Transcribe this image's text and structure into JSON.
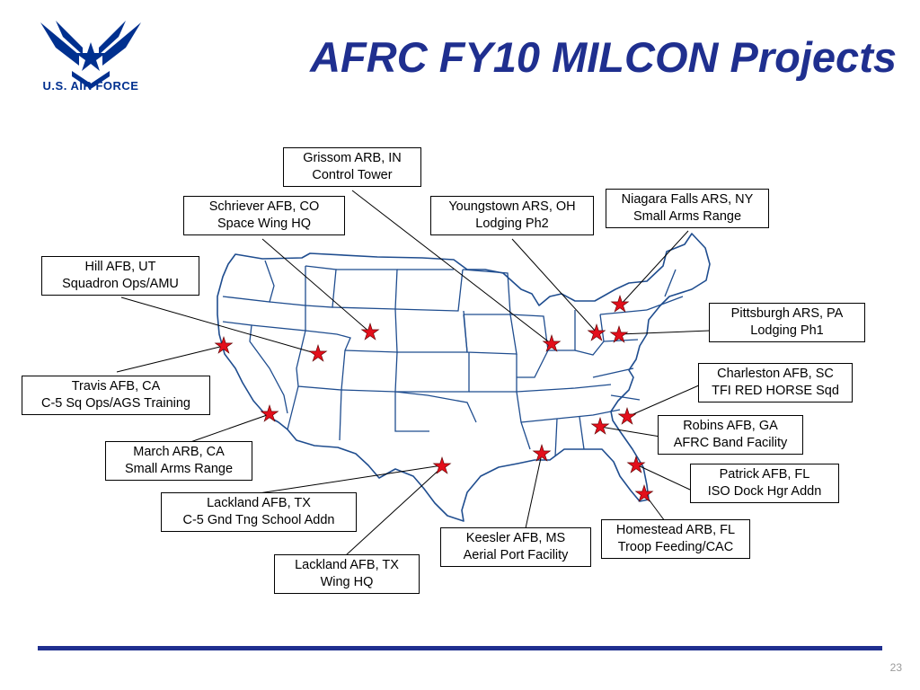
{
  "brand": {
    "logo_text": "U.S. AIR FORCE",
    "color": "#1f2f8f"
  },
  "title": "AFRC FY10 MILCON Projects",
  "page_number": "23",
  "colors": {
    "star": "#e30f1b",
    "map_line": "#1f4d8f",
    "accent": "#1f2f8f"
  },
  "projects": [
    {
      "base": "Grissom ARB, IN",
      "project": "Control Tower"
    },
    {
      "base": "Schriever AFB, CO",
      "project": "Space Wing HQ"
    },
    {
      "base": "Youngstown ARS, OH",
      "project": "Lodging Ph2"
    },
    {
      "base": "Niagara Falls ARS, NY",
      "project": "Small Arms Range"
    },
    {
      "base": "Hill AFB, UT",
      "project": "Squadron Ops/AMU"
    },
    {
      "base": "Pittsburgh ARS, PA",
      "project": "Lodging Ph1"
    },
    {
      "base": "Charleston AFB, SC",
      "project": "TFI RED HORSE Sqd"
    },
    {
      "base": "Travis AFB, CA",
      "project": "C-5 Sq Ops/AGS Training"
    },
    {
      "base": "Robins AFB, GA",
      "project": "AFRC Band Facility"
    },
    {
      "base": "March ARB, CA",
      "project": "Small Arms Range"
    },
    {
      "base": "Patrick AFB, FL",
      "project": "ISO Dock Hgr Addn"
    },
    {
      "base": "Lackland AFB, TX",
      "project": "C-5 Gnd Tng School Addn"
    },
    {
      "base": "Homestead ARB, FL",
      "project": "Troop Feeding/CAC"
    },
    {
      "base": "Keesler AFB, MS",
      "project": "Aerial Port Facility"
    },
    {
      "base": "Lackland AFB, TX",
      "project": "Wing HQ"
    }
  ]
}
